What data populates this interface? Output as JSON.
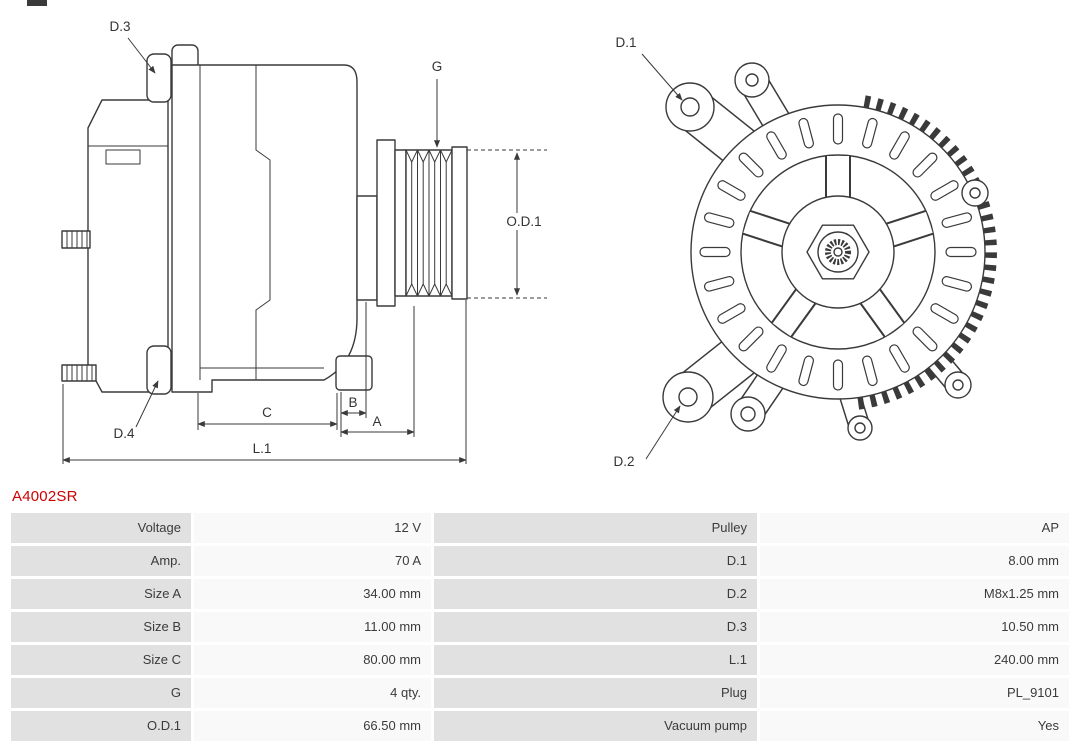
{
  "part": {
    "number": "A4002SR"
  },
  "drawing": {
    "labels": {
      "d1": "D.1",
      "d2": "D.2",
      "d3": "D.3",
      "d4": "D.4",
      "g": "G",
      "od1": "O.D.1",
      "size_a": "A",
      "size_b": "B",
      "size_c": "C",
      "l1": "L.1"
    },
    "colors": {
      "line": "#3a3a3a",
      "label_text": "#333333"
    }
  },
  "spec_table": {
    "colors": {
      "label_bg": "#e1e1e1",
      "value_bg": "#f9f9f9",
      "text": "#3b3b3b",
      "part_number": "#cc0000"
    },
    "rows": [
      {
        "cells": [
          {
            "label": "Voltage",
            "value": "12 V"
          },
          {
            "label": "Pulley",
            "value": "AP"
          }
        ]
      },
      {
        "cells": [
          {
            "label": "Amp.",
            "value": "70 A"
          },
          {
            "label": "D.1",
            "value": "8.00 mm"
          }
        ]
      },
      {
        "cells": [
          {
            "label": "Size A",
            "value": "34.00 mm"
          },
          {
            "label": "D.2",
            "value": "M8x1.25 mm"
          }
        ]
      },
      {
        "cells": [
          {
            "label": "Size B",
            "value": "11.00 mm"
          },
          {
            "label": "D.3",
            "value": "10.50 mm"
          }
        ]
      },
      {
        "cells": [
          {
            "label": "Size C",
            "value": "80.00 mm"
          },
          {
            "label": "L.1",
            "value": "240.00 mm"
          }
        ]
      },
      {
        "cells": [
          {
            "label": "G",
            "value": "4 qty."
          },
          {
            "label": "Plug",
            "value": "PL_9101"
          }
        ]
      },
      {
        "cells": [
          {
            "label": "O.D.1",
            "value": "66.50 mm"
          },
          {
            "label": "Vacuum pump",
            "value": "Yes"
          }
        ]
      }
    ]
  }
}
